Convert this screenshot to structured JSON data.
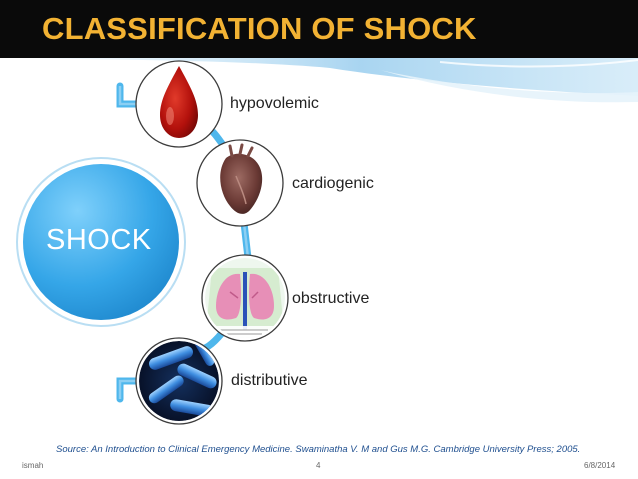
{
  "slide": {
    "title": "CLASSIFICATION OF SHOCK",
    "center_label": "SHOCK",
    "categories": [
      {
        "label": "hypovolemic",
        "icon": "blood-drop-icon"
      },
      {
        "label": "cardiogenic",
        "icon": "heart-icon"
      },
      {
        "label": "obstructive",
        "icon": "lungs-icon"
      },
      {
        "label": "distributive",
        "icon": "bacteria-icon"
      }
    ],
    "source": "Source: An Introduction to Clinical Emergency Medicine. Swaminatha V. M and Gus M.G. Cambridge University Press; 2005.",
    "footer": {
      "author": "ismah",
      "page_number": "4",
      "date": "6/8/2014"
    }
  },
  "colors": {
    "title_bar": "#0a0a0a",
    "title_text": "#f2b233",
    "shock_circle": "#35a6e8",
    "connector": "#4fb7ec",
    "source_text": "#1f4f8f"
  }
}
